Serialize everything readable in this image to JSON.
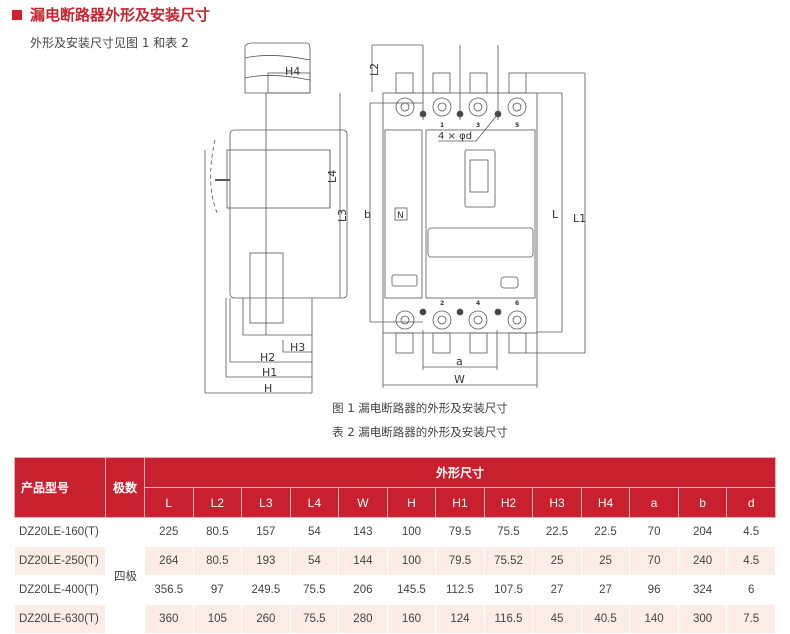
{
  "header": {
    "title": "漏电断路器外形及安装尺寸",
    "subtitle": "外形及安装尺寸见图 1 和表 2"
  },
  "figure": {
    "caption1": "图 1  漏电断路器的外形及安装尺寸",
    "caption2": "表 2 漏电断路器的外形及安装尺寸",
    "labels": {
      "H4": "H4",
      "L4": "L4",
      "L3": "L3",
      "H3": "H3",
      "H2": "H2",
      "H1": "H1",
      "H": "H",
      "L2": "L2",
      "b": "b",
      "L": "L",
      "L1": "L1",
      "a": "a",
      "W": "W",
      "holes": "4 × φd",
      "N": "N"
    },
    "terminals_top": [
      "1",
      "3",
      "5"
    ],
    "terminals_bottom": [
      "2",
      "4",
      "6"
    ]
  },
  "table": {
    "col_model": "产品型号",
    "col_poles": "极数",
    "group": "外形尺寸",
    "dims": [
      "L",
      "L2",
      "L3",
      "L4",
      "W",
      "H",
      "H1",
      "H2",
      "H3",
      "H4",
      "a",
      "b",
      "d"
    ],
    "poles": "四极",
    "rows": [
      {
        "model": "DZ20LE-160(T)",
        "values": [
          "225",
          "80.5",
          "157",
          "54",
          "143",
          "100",
          "79.5",
          "75.5",
          "22.5",
          "22.5",
          "70",
          "204",
          "4.5"
        ]
      },
      {
        "model": "DZ20LE-250(T)",
        "values": [
          "264",
          "80.5",
          "193",
          "54",
          "144",
          "100",
          "79.5",
          "75.52",
          "25",
          "25",
          "70",
          "240",
          "4.5"
        ]
      },
      {
        "model": "DZ20LE-400(T)",
        "values": [
          "356.5",
          "97",
          "249.5",
          "75.5",
          "206",
          "145.5",
          "112.5",
          "107.5",
          "27",
          "27",
          "96",
          "324",
          "6"
        ]
      },
      {
        "model": "DZ20LE-630(T)",
        "values": [
          "360",
          "105",
          "260",
          "75.5",
          "280",
          "160",
          "124",
          "116.5",
          "45",
          "40.5",
          "140",
          "300",
          "7.5"
        ]
      }
    ]
  }
}
